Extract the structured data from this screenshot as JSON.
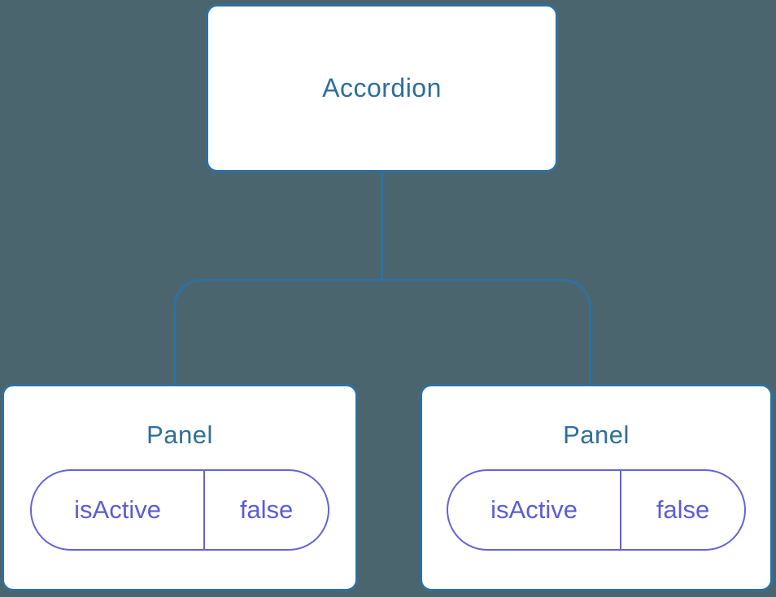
{
  "diagram": {
    "type": "component-tree",
    "colors": {
      "background": "#4B656E",
      "node_background": "#FFFFFF",
      "node_border": "#2F70A1",
      "node_text": "#2E6E9E",
      "connector": "#2F70A1",
      "state_accent": "#6363D9",
      "state_text": "#5C5CD6"
    },
    "root": {
      "label": "Accordion"
    },
    "children": [
      {
        "label": "Panel",
        "state": {
          "name": "isActive",
          "value": "false"
        }
      },
      {
        "label": "Panel",
        "state": {
          "name": "isActive",
          "value": "false"
        }
      }
    ]
  }
}
